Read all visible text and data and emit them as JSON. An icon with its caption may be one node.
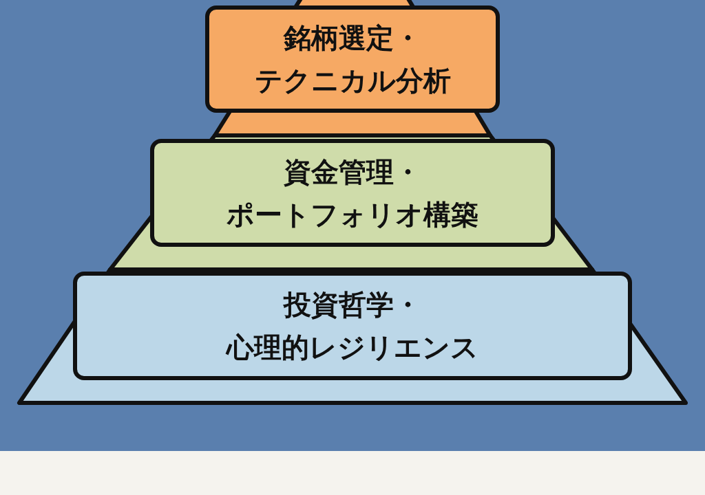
{
  "diagram": {
    "nodes": [
      {
        "text": [
          "銘柄選定・テクニカル分析"
        ]
      },
      {
        "text": [
          "資金管理・ポートフォリオ構築"
        ]
      },
      {
        "text": [
          "投資哲学・心理的レジリエンス"
        ]
      }
    ]
  }
}
